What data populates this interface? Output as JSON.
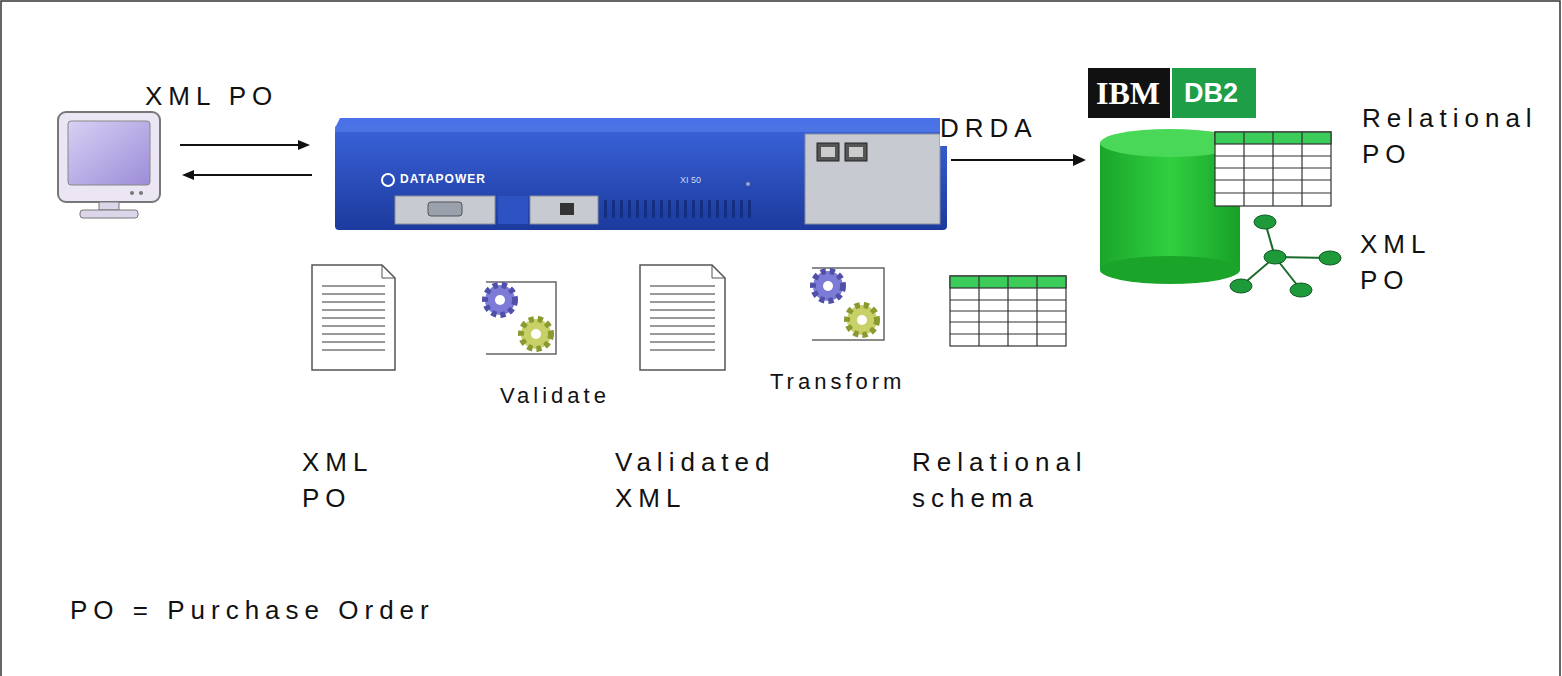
{
  "diagram": {
    "nodes": [
      {
        "text": [
          "DATAPOWER",
          "XI 50"
        ]
      },
      {
        "text": [
          "IBM",
          "DB2"
        ]
      }
    ],
    "edges": [
      {
        "from": 0,
        "to": 1,
        "label": "DRDA",
        "arrow": "to"
      }
    ],
    "labels": [
      "XML PO",
      "Validate",
      "Transform",
      "XML PO",
      "Validated XML",
      "Relational schema",
      "Relational PO",
      "XML PO",
      "PO = Purchase Order"
    ]
  }
}
